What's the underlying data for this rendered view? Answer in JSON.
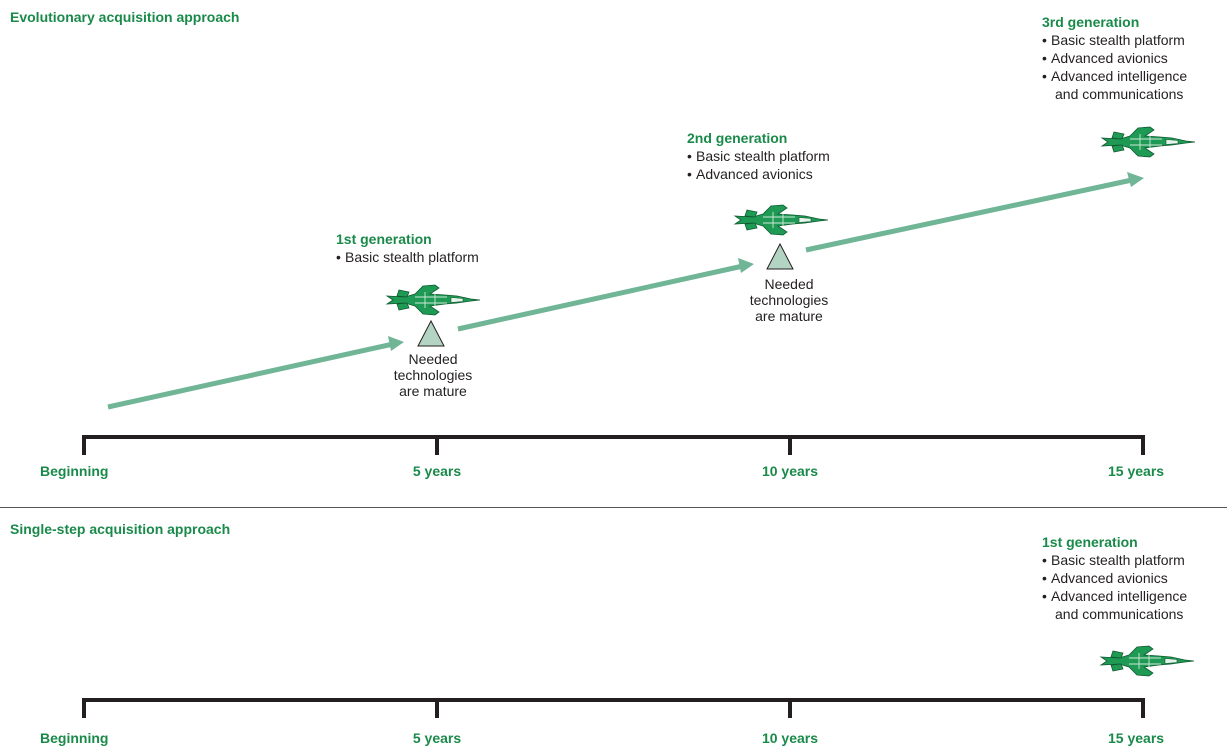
{
  "evolutionary": {
    "title": "Evolutionary acquisition approach",
    "timeline": [
      "Beginning",
      "5 years",
      "10 years",
      "15 years"
    ],
    "milestone_label": "Needed technologies are mature",
    "milestone_lines": [
      "Needed",
      "technologies",
      "are mature"
    ],
    "generations": [
      {
        "title": "1st generation",
        "items": [
          "Basic stealth platform"
        ]
      },
      {
        "title": "2nd generation",
        "items": [
          "Basic stealth platform",
          "Advanced avionics"
        ]
      },
      {
        "title": "3rd generation",
        "items": [
          "Basic stealth platform",
          "Advanced avionics",
          "Advanced intelligence",
          "and communications"
        ]
      }
    ]
  },
  "single_step": {
    "title": "Single-step acquisition approach",
    "timeline": [
      "Beginning",
      "5 years",
      "10 years",
      "15 years"
    ],
    "generation": {
      "title": "1st generation",
      "items": [
        "Basic stealth platform",
        "Advanced avionics",
        "Advanced intelligence",
        "and communications"
      ]
    }
  },
  "colors": {
    "accent_green": "#1a8a4a",
    "arrow_green": "#6fb596",
    "triangle_fill": "#b3d4c2",
    "timeline": "#231f20",
    "jet_fill": "#1f9a55"
  }
}
